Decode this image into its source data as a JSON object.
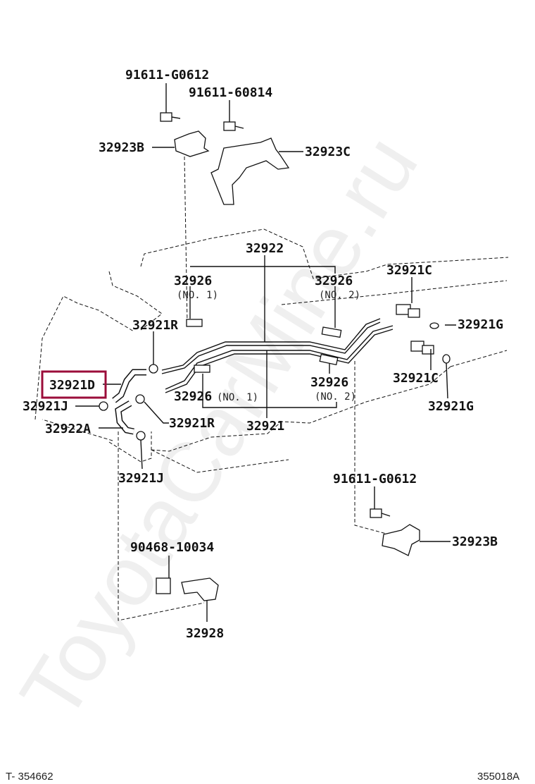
{
  "watermark": "ToyotaCarMine.ru",
  "highlight_color": "#9b0d3a",
  "labels": {
    "bolt_top_left": "91611-G0612",
    "bolt_top_right": "91611-60814",
    "bracket_top_left": "32923B",
    "bracket_top_right": "32923C",
    "tube_main": "32922",
    "clamp_top_no1": "32926",
    "clamp_top_no1_sub": "(NO. 1)",
    "clamp_top_no2": "32926",
    "clamp_top_no2_sub": "(NO. 2)",
    "union_top": "32921C",
    "clip_top_r": "32921R",
    "gasket_top": "32921G",
    "hose_highlighted": "32921D",
    "union_bottom": "32921C",
    "clamp_bottom_no2": "32926",
    "clamp_bottom_no2_sub": "(NO. 2)",
    "clamp_bottom_no1": "32926",
    "clamp_bottom_no1_sub": "(NO. 1)",
    "clip_left_j": "32921J",
    "gasket_bottom": "32921G",
    "hose_a": "32922A",
    "clip_bottom_r": "32921R",
    "tube_secondary": "32921",
    "clip_bottom_j": "32921J",
    "bolt_lower": "91611-G0612",
    "bracket_lower": "32923B",
    "nut": "90468-10034",
    "clamp_bracket": "32928"
  },
  "footer": {
    "left_code": "T- 354662",
    "right_code": "355018A"
  }
}
